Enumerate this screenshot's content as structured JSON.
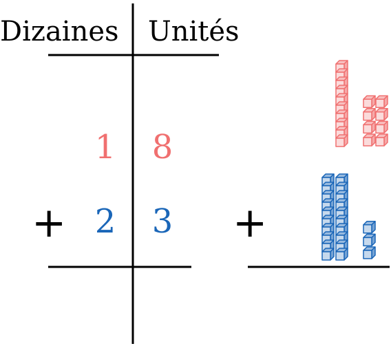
{
  "headers": {
    "tens": "Dizaines",
    "units": "Unités"
  },
  "first_number": {
    "tens": "1",
    "units": "8"
  },
  "second_number": {
    "tens": "2",
    "units": "3"
  },
  "operator": "+",
  "colors": {
    "first": "#f07070",
    "second": "#1a66b8",
    "ink": "#000000"
  },
  "blocks": {
    "first": {
      "tens_rods": 1,
      "unit_cubes": 8
    },
    "second": {
      "tens_rods": 2,
      "unit_cubes": 3
    }
  }
}
